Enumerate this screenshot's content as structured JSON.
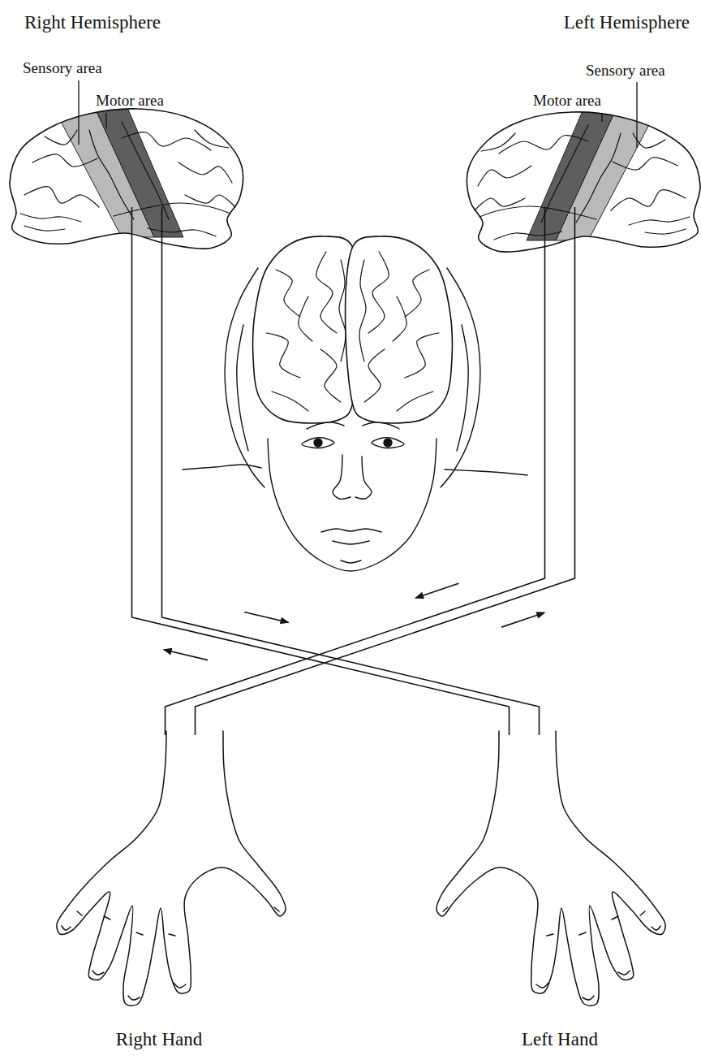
{
  "diagram": {
    "nodes": [
      {
        "text": [
          "Right Hemisphere"
        ]
      },
      {
        "text": [
          "Left Hemisphere"
        ]
      },
      {
        "text": [
          "Right Hand"
        ]
      },
      {
        "text": [
          "Left Hand"
        ]
      }
    ],
    "edges": [
      {
        "from": 0,
        "to": 3,
        "arrow": "both"
      },
      {
        "from": 1,
        "to": 2,
        "arrow": "both"
      }
    ],
    "labels": [
      "Sensory area",
      "Motor area",
      "Motor area",
      "Sensory area"
    ]
  }
}
